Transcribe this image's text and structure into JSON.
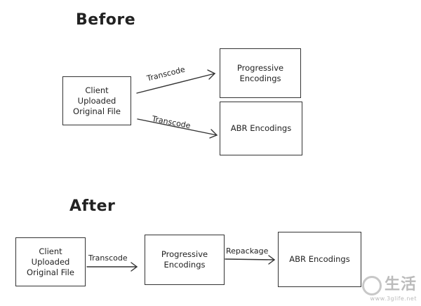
{
  "before": {
    "heading": "Before",
    "client": [
      "Client",
      "Uploaded",
      "Original File"
    ],
    "progressive": [
      "Progressive",
      "Encodings"
    ],
    "abr": "ABR Encodings",
    "edge1": "Transcode",
    "edge2": "Transcode"
  },
  "after": {
    "heading": "After",
    "client": [
      "Client",
      "Uploaded",
      "Original File"
    ],
    "progressive": [
      "Progressive",
      "Encodings"
    ],
    "abr": "ABR Encodings",
    "edge1": "Transcode",
    "edge2": "Repackage"
  },
  "watermark": {
    "main": "生活",
    "sub": "www.3glife.net"
  }
}
